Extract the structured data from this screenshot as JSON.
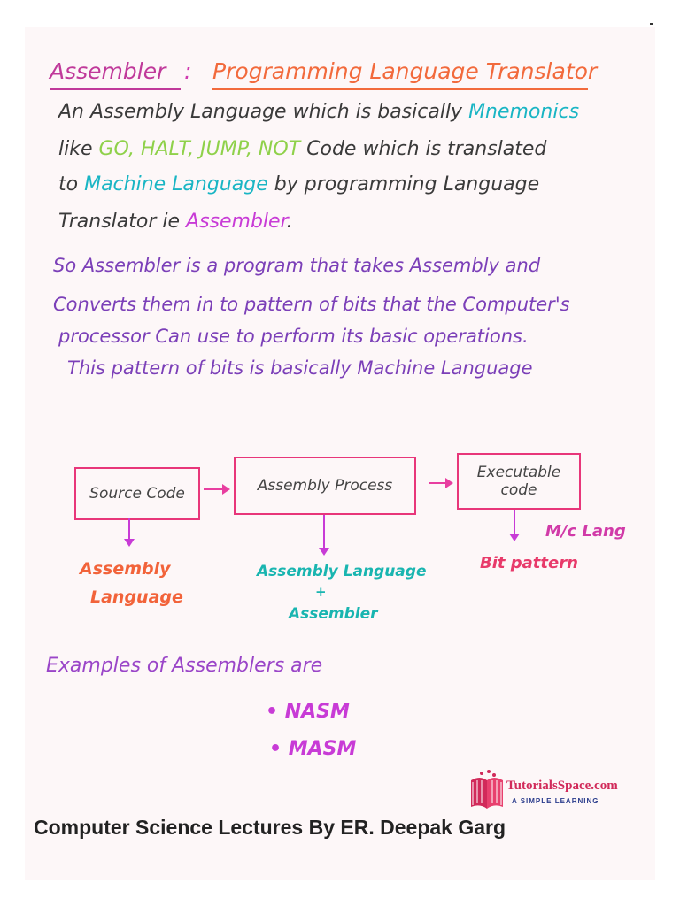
{
  "title": {
    "left": "Assembler",
    "colon": ":",
    "right": "Programming Language Translator"
  },
  "para1": [
    [
      {
        "t": "An Assembly Language which is basically ",
        "c": "#3a3a3a"
      },
      {
        "t": "Mnemonics",
        "c": "#19b5c4"
      }
    ],
    [
      {
        "t": "like  ",
        "c": "#3a3a3a"
      },
      {
        "t": "GO, HALT, JUMP, NOT",
        "c": "#8fd14a"
      },
      {
        "t": " Code which is translated",
        "c": "#3a3a3a"
      }
    ],
    [
      {
        "t": "to ",
        "c": "#3a3a3a"
      },
      {
        "t": "Machine Language",
        "c": "#19b5c4"
      },
      {
        "t": " by programming Language",
        "c": "#3a3a3a"
      }
    ],
    [
      {
        "t": "Translator ie ",
        "c": "#3a3a3a"
      },
      {
        "t": "Assembler",
        "c": "#c83bd6"
      },
      {
        "t": ".",
        "c": "#3a3a3a"
      }
    ]
  ],
  "para2": [
    "So Assembler is a program that takes Assembly and",
    "Converts them in to pattern of bits that the Computer's",
    "processor Can use to perform its basic operations.",
    "This pattern of bits is basically  Machine Language"
  ],
  "diagram": {
    "box1": "Source Code",
    "box2": "Assembly Process",
    "box3": "Executable code",
    "label1_line1": "Assembly",
    "label1_line2": "Language",
    "label2_line1": "Assembly Language",
    "label2_plus": "+",
    "label2_line2": "Assembler",
    "label3": "Bit pattern",
    "label4": "M/c Lang",
    "colors": {
      "box": "#e8367a",
      "label1": "#f2633a",
      "label2": "#19b5b0",
      "label3": "#e83a6a",
      "label4": "#d13aa8"
    }
  },
  "examples": {
    "heading": "Examples of Assemblers are",
    "items": [
      "• NASM",
      "• MASM"
    ]
  },
  "logo": {
    "name": "TutorialsSpace.com",
    "tagline": "A SIMPLE LEARNING",
    "icon": "open-book-logo-icon"
  },
  "footer": "Computer Science Lectures By ER. Deepak Garg"
}
